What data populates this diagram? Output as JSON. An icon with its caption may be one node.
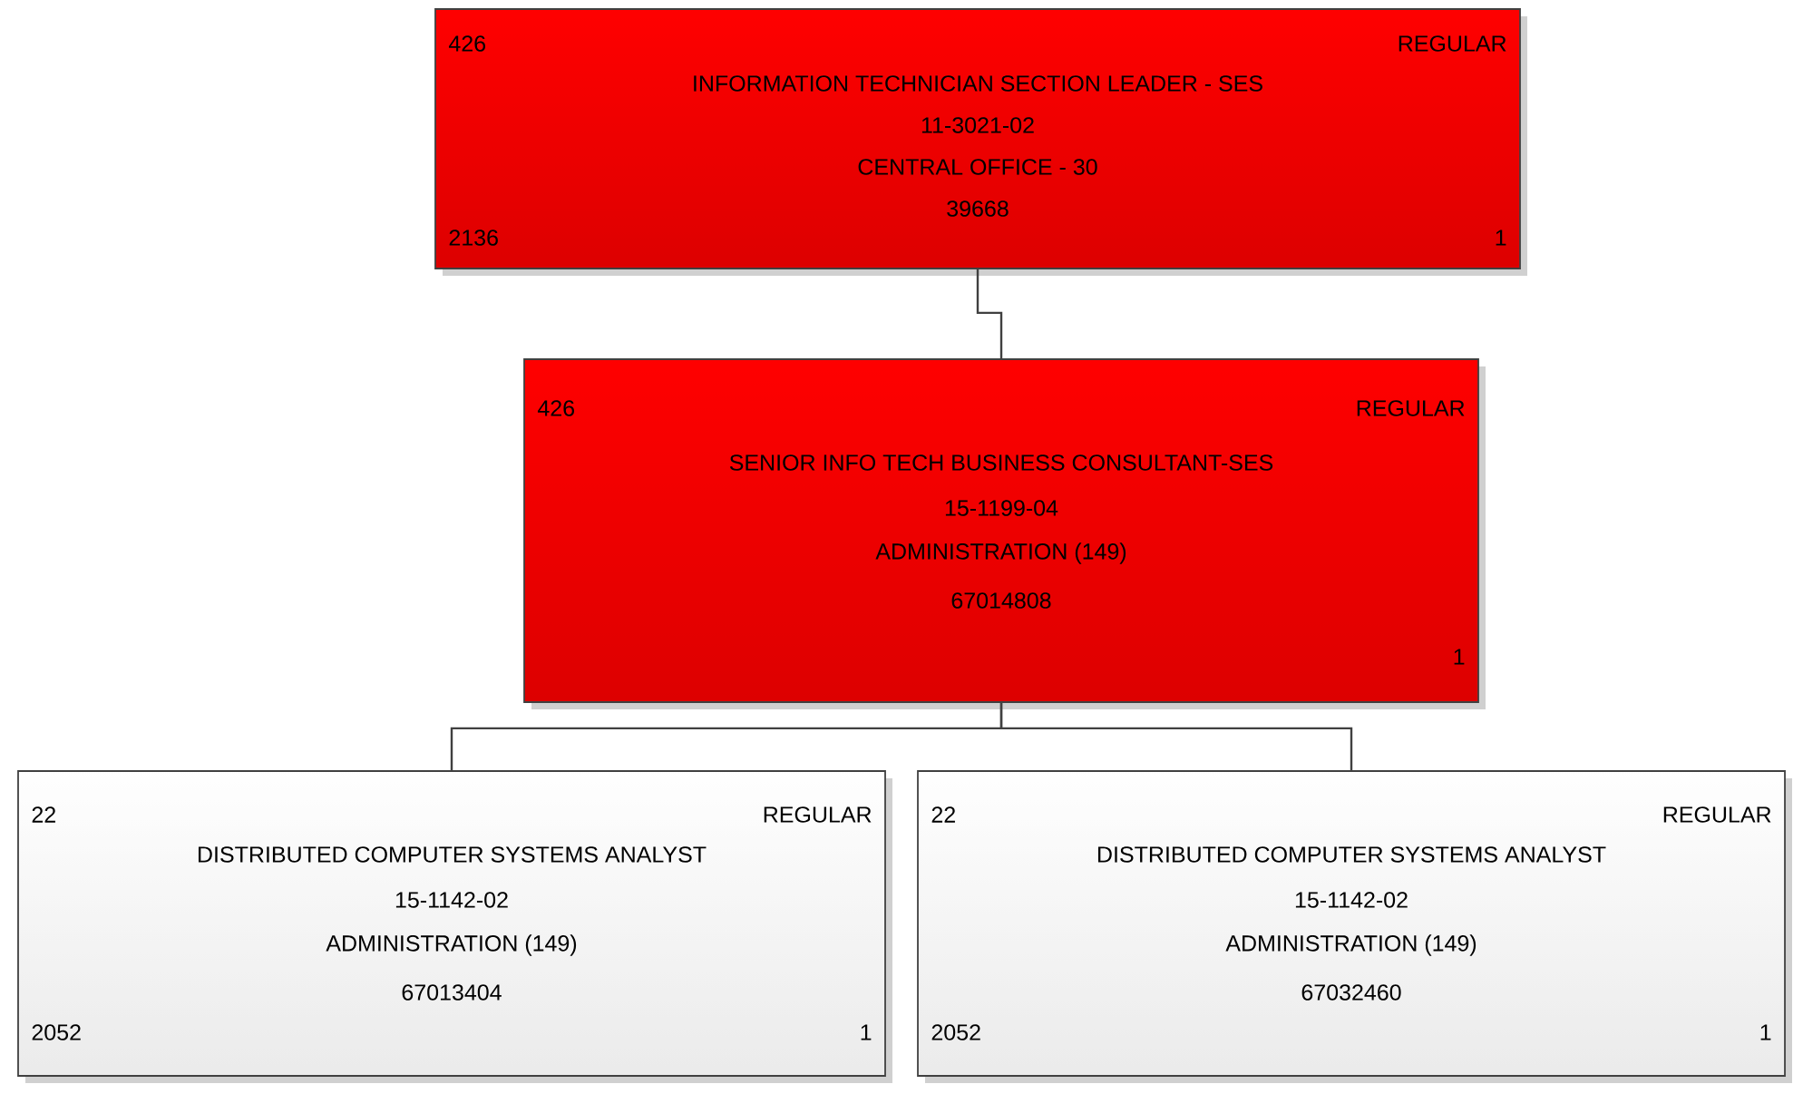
{
  "diagram": {
    "nodes": [
      {
        "text": [
          "426",
          "REGULAR",
          "INFORMATION TECHNICIAN SECTION LEADER - SES",
          "11-3021-02",
          "CENTRAL OFFICE - 30",
          "39668",
          "2136",
          "1"
        ]
      },
      {
        "text": [
          "426",
          "REGULAR",
          "SENIOR INFO TECH BUSINESS CONSULTANT-SES",
          "15-1199-04",
          "ADMINISTRATION (149)",
          "67014808",
          "1"
        ]
      },
      {
        "text": [
          "22",
          "REGULAR",
          "DISTRIBUTED COMPUTER SYSTEMS ANALYST",
          "15-1142-02",
          "ADMINISTRATION (149)",
          "67013404",
          "2052",
          "1"
        ]
      },
      {
        "text": [
          "22",
          "REGULAR",
          "DISTRIBUTED COMPUTER SYSTEMS ANALYST",
          "15-1142-02",
          "ADMINISTRATION (149)",
          "67032460",
          "2052",
          "1"
        ]
      }
    ],
    "edges": [
      {
        "from": 0,
        "to": 1,
        "arrow": "none"
      },
      {
        "from": 1,
        "to": 2,
        "arrow": "none"
      },
      {
        "from": 1,
        "to": 3,
        "arrow": "none"
      }
    ]
  }
}
